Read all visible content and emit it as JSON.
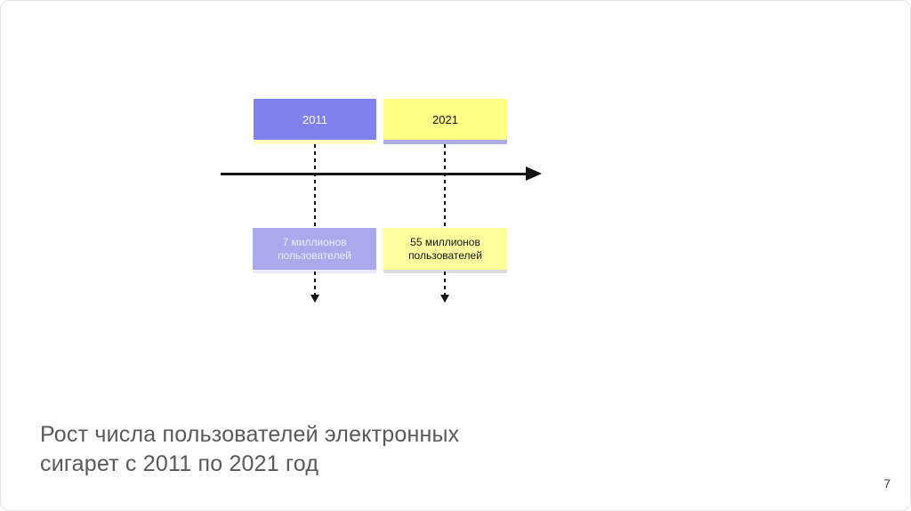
{
  "slide": {
    "title": {
      "line1": "Рост числа пользователей электронных",
      "line2": "сигарет с 2011 по 2021 год"
    },
    "page_number": "7"
  },
  "diagram": {
    "type": "timeline",
    "axis": {
      "direction": "right",
      "color": "#141414"
    },
    "milestones": [
      {
        "year": "2011",
        "value": "7 миллионов пользователей",
        "year_fill_color": "#8080ec",
        "year_text_color": "#ffffff",
        "value_fill_color": "#a9a9ec",
        "value_text_color": "#ededf8"
      },
      {
        "year": "2021",
        "value": "55 миллионов пользователей",
        "year_fill_color": "#ffff85",
        "year_text_color": "#141414",
        "value_fill_color": "#ffff9e",
        "value_text_color": "#141414"
      }
    ]
  },
  "chart_data": {
    "type": "table",
    "title": "Рост числа пользователей электронных сигарет с 2011 по 2021 год",
    "categories": [
      "2011",
      "2021"
    ],
    "values_label": [
      "7 миллионов пользователей",
      "55 миллионов пользователей"
    ],
    "values_millions": [
      7,
      55
    ]
  }
}
